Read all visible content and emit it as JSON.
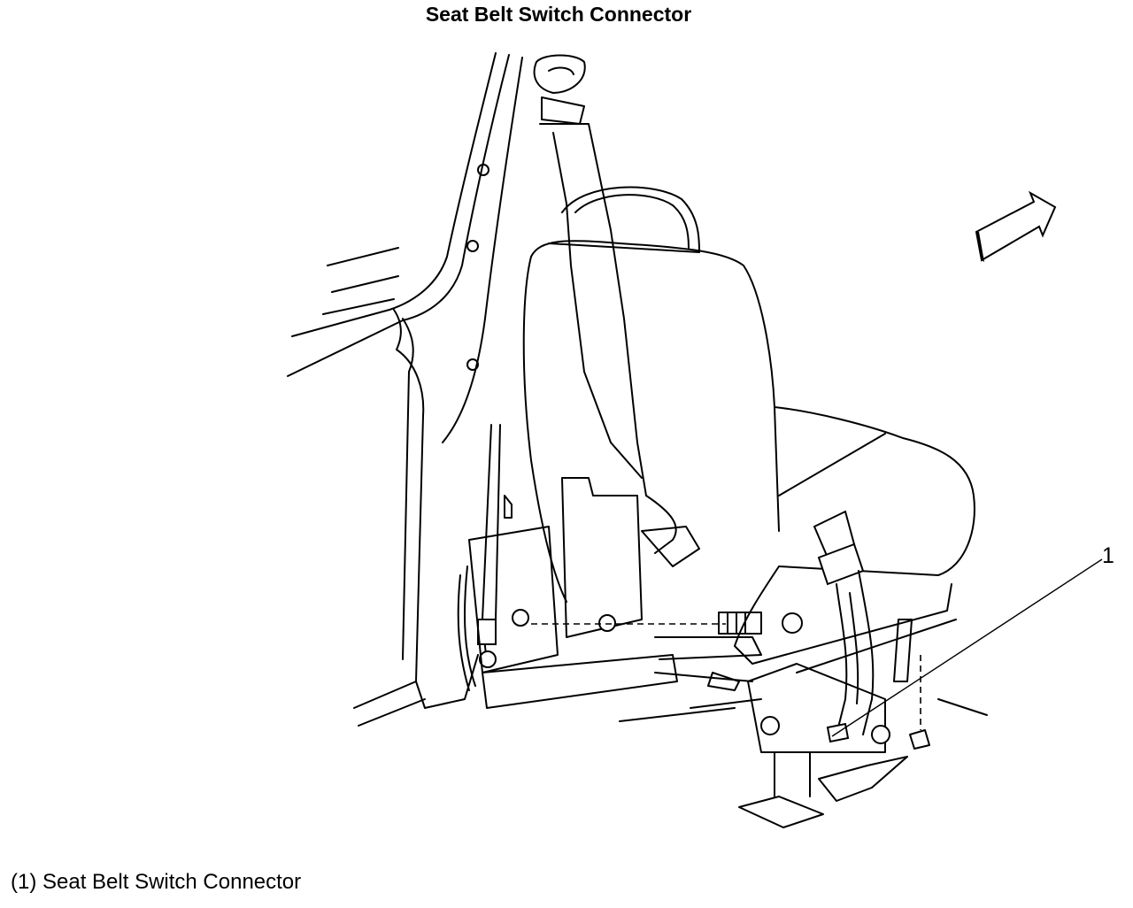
{
  "title": "Seat Belt Switch Connector",
  "callouts": [
    {
      "number": "1",
      "label": "Seat Belt Switch Connector"
    }
  ],
  "legend": [
    {
      "text": "(1) Seat Belt Switch Connector"
    }
  ],
  "icons": [
    "direction-arrow-icon"
  ]
}
